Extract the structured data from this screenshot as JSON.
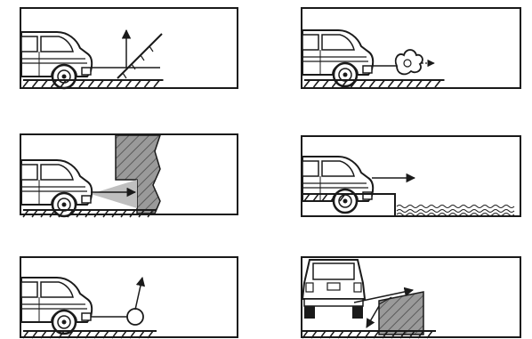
{
  "panels": [
    {
      "id": "ramp-incline",
      "scene": "car-rear-approaching-ramp"
    },
    {
      "id": "sensor-wave",
      "scene": "car-rear-sensor-wave"
    },
    {
      "id": "wall-beam",
      "scene": "car-rear-wall-detection"
    },
    {
      "id": "ledge-drop",
      "scene": "car-rear-drop-to-water"
    },
    {
      "id": "pole-obstacle",
      "scene": "car-rear-low-obstacle"
    },
    {
      "id": "side-obstacle",
      "scene": "car-rear-view-side-obstacle"
    }
  ],
  "colors": {
    "ink": "#1a1a1a",
    "fill": "#ffffff",
    "shade": "#bfbfbf",
    "hatch": "#5a5a5a"
  }
}
